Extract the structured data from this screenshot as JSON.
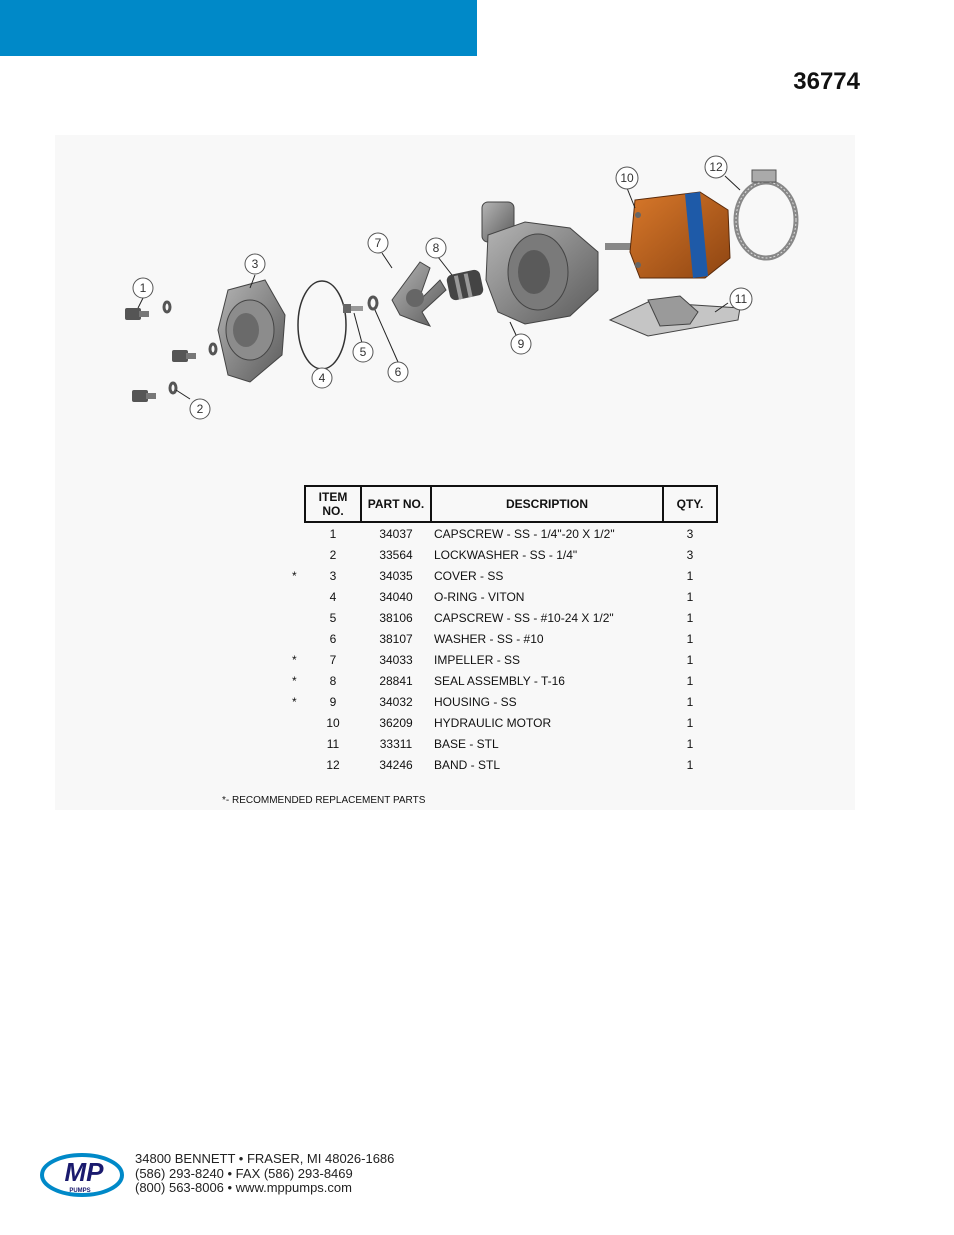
{
  "header": {
    "doc_number": "36774"
  },
  "callouts": [
    "1",
    "2",
    "3",
    "4",
    "5",
    "6",
    "7",
    "8",
    "9",
    "10",
    "11",
    "12"
  ],
  "table": {
    "headers": {
      "item_no": "ITEM NO.",
      "part_no": "PART NO.",
      "description": "DESCRIPTION",
      "qty": "QTY."
    },
    "rows": [
      {
        "mark": "",
        "item": "1",
        "part": "34037",
        "desc": "CAPSCREW - SS - 1/4\"-20 X 1/2\"",
        "qty": "3"
      },
      {
        "mark": "",
        "item": "2",
        "part": "33564",
        "desc": "LOCKWASHER - SS - 1/4\"",
        "qty": "3"
      },
      {
        "mark": "*",
        "item": "3",
        "part": "34035",
        "desc": "COVER - SS",
        "qty": "1"
      },
      {
        "mark": "",
        "item": "4",
        "part": "34040",
        "desc": "O-RING - VITON",
        "qty": "1"
      },
      {
        "mark": "",
        "item": "5",
        "part": "38106",
        "desc": "CAPSCREW - SS - #10-24 X 1/2\"",
        "qty": "1"
      },
      {
        "mark": "",
        "item": "6",
        "part": "38107",
        "desc": "WASHER - SS - #10",
        "qty": "1"
      },
      {
        "mark": "*",
        "item": "7",
        "part": "34033",
        "desc": "IMPELLER - SS",
        "qty": "1"
      },
      {
        "mark": "*",
        "item": "8",
        "part": "28841",
        "desc": "SEAL ASSEMBLY - T-16",
        "qty": "1"
      },
      {
        "mark": "*",
        "item": "9",
        "part": "34032",
        "desc": "HOUSING - SS",
        "qty": "1"
      },
      {
        "mark": "",
        "item": "10",
        "part": "36209",
        "desc": "HYDRAULIC MOTOR",
        "qty": "1"
      },
      {
        "mark": "",
        "item": "11",
        "part": "33311",
        "desc": "BASE - STL",
        "qty": "1"
      },
      {
        "mark": "",
        "item": "12",
        "part": "34246",
        "desc": "BAND - STL",
        "qty": "1"
      }
    ]
  },
  "footnote": "*- RECOMMENDED REPLACEMENT PARTS",
  "footer": {
    "logo_text": "MP",
    "logo_sub": "PUMPS",
    "address_line1": "34800 BENNETT • FRASER, MI 48026-1686",
    "address_line2": "(586) 293-8240 • FAX (586) 293-8469",
    "address_line3": "(800) 563-8006 • www.mppumps.com"
  },
  "colors": {
    "brand_blue": "#0089c8",
    "motor_orange": "#c8641e",
    "motor_band": "#1e5aa8",
    "part_gray": "#6e6e6e"
  }
}
